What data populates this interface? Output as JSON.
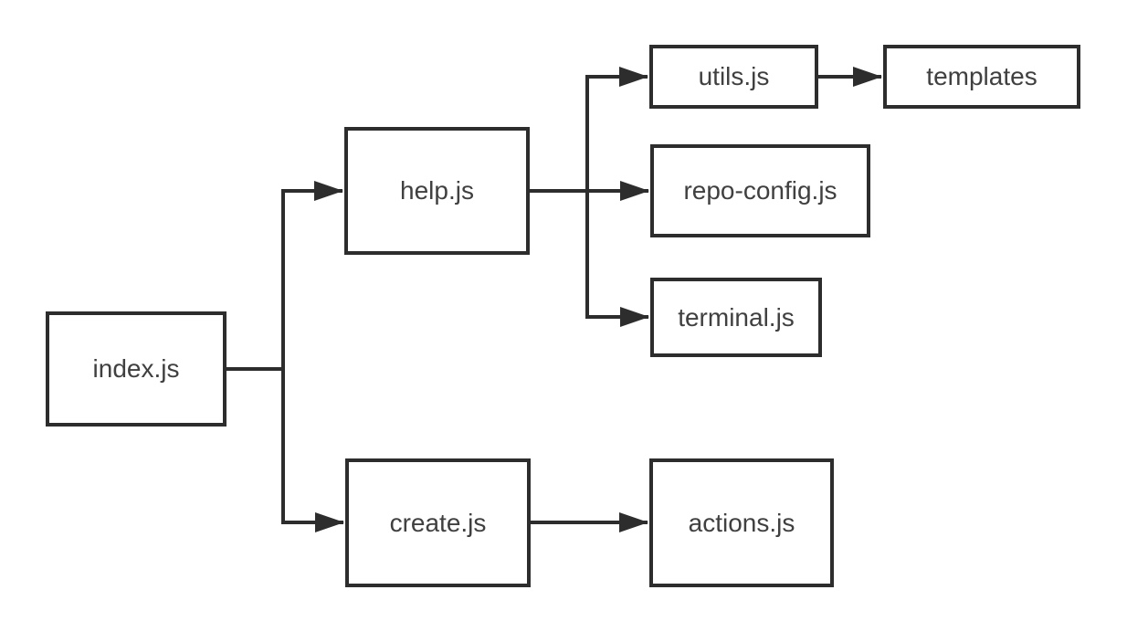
{
  "diagram": {
    "type": "flowchart",
    "colors": {
      "stroke": "#2d2d2d",
      "text": "#404040",
      "background": "#ffffff"
    },
    "nodes": [
      {
        "id": "index",
        "label": "index.js"
      },
      {
        "id": "help",
        "label": "help.js"
      },
      {
        "id": "create",
        "label": "create.js"
      },
      {
        "id": "utils",
        "label": "utils.js"
      },
      {
        "id": "templates",
        "label": "templates"
      },
      {
        "id": "repo-config",
        "label": "repo-config.js"
      },
      {
        "id": "terminal",
        "label": "terminal.js"
      },
      {
        "id": "actions",
        "label": "actions.js"
      }
    ],
    "edges": [
      {
        "from": "index.js",
        "to": "help.js"
      },
      {
        "from": "index.js",
        "to": "create.js"
      },
      {
        "from": "help.js",
        "to": "utils.js"
      },
      {
        "from": "help.js",
        "to": "repo-config.js"
      },
      {
        "from": "help.js",
        "to": "terminal.js"
      },
      {
        "from": "utils.js",
        "to": "templates"
      },
      {
        "from": "create.js",
        "to": "actions.js"
      }
    ]
  }
}
